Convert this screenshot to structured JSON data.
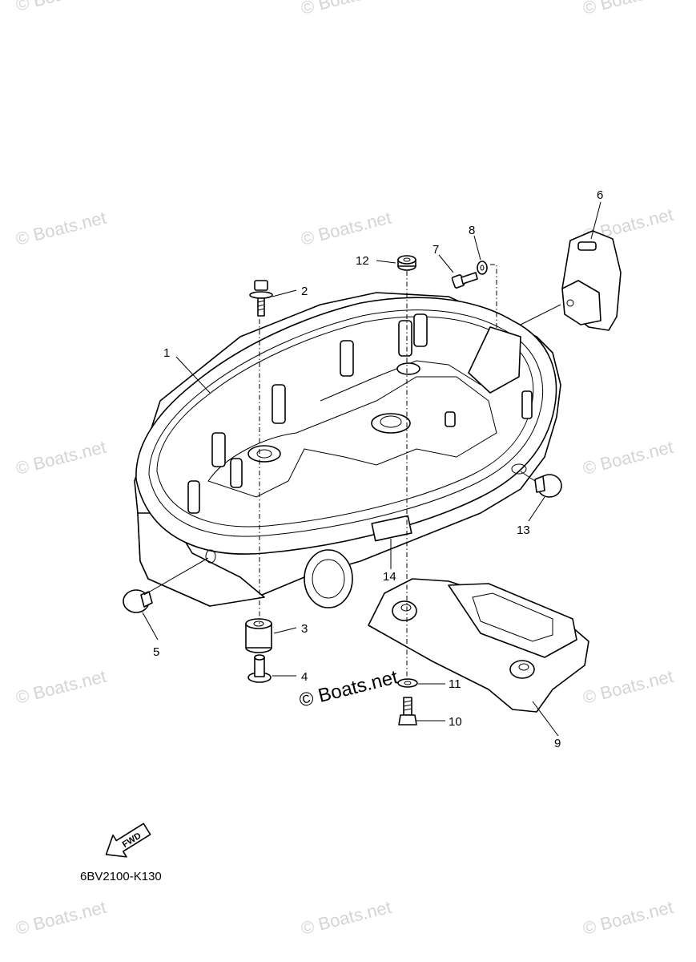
{
  "watermark_text": "© Boats.net",
  "center_watermark": "© Boats.net",
  "diagram_code": "6BV2100-K130",
  "fwd_label": "FWD",
  "callouts": [
    {
      "id": "1",
      "label": "1"
    },
    {
      "id": "2",
      "label": "2"
    },
    {
      "id": "3",
      "label": "3"
    },
    {
      "id": "4",
      "label": "4"
    },
    {
      "id": "5",
      "label": "5"
    },
    {
      "id": "6",
      "label": "6"
    },
    {
      "id": "7",
      "label": "7"
    },
    {
      "id": "8",
      "label": "8"
    },
    {
      "id": "9",
      "label": "9"
    },
    {
      "id": "10",
      "label": "10"
    },
    {
      "id": "11",
      "label": "11"
    },
    {
      "id": "12",
      "label": "12"
    },
    {
      "id": "13",
      "label": "13"
    },
    {
      "id": "14",
      "label": "14"
    }
  ]
}
